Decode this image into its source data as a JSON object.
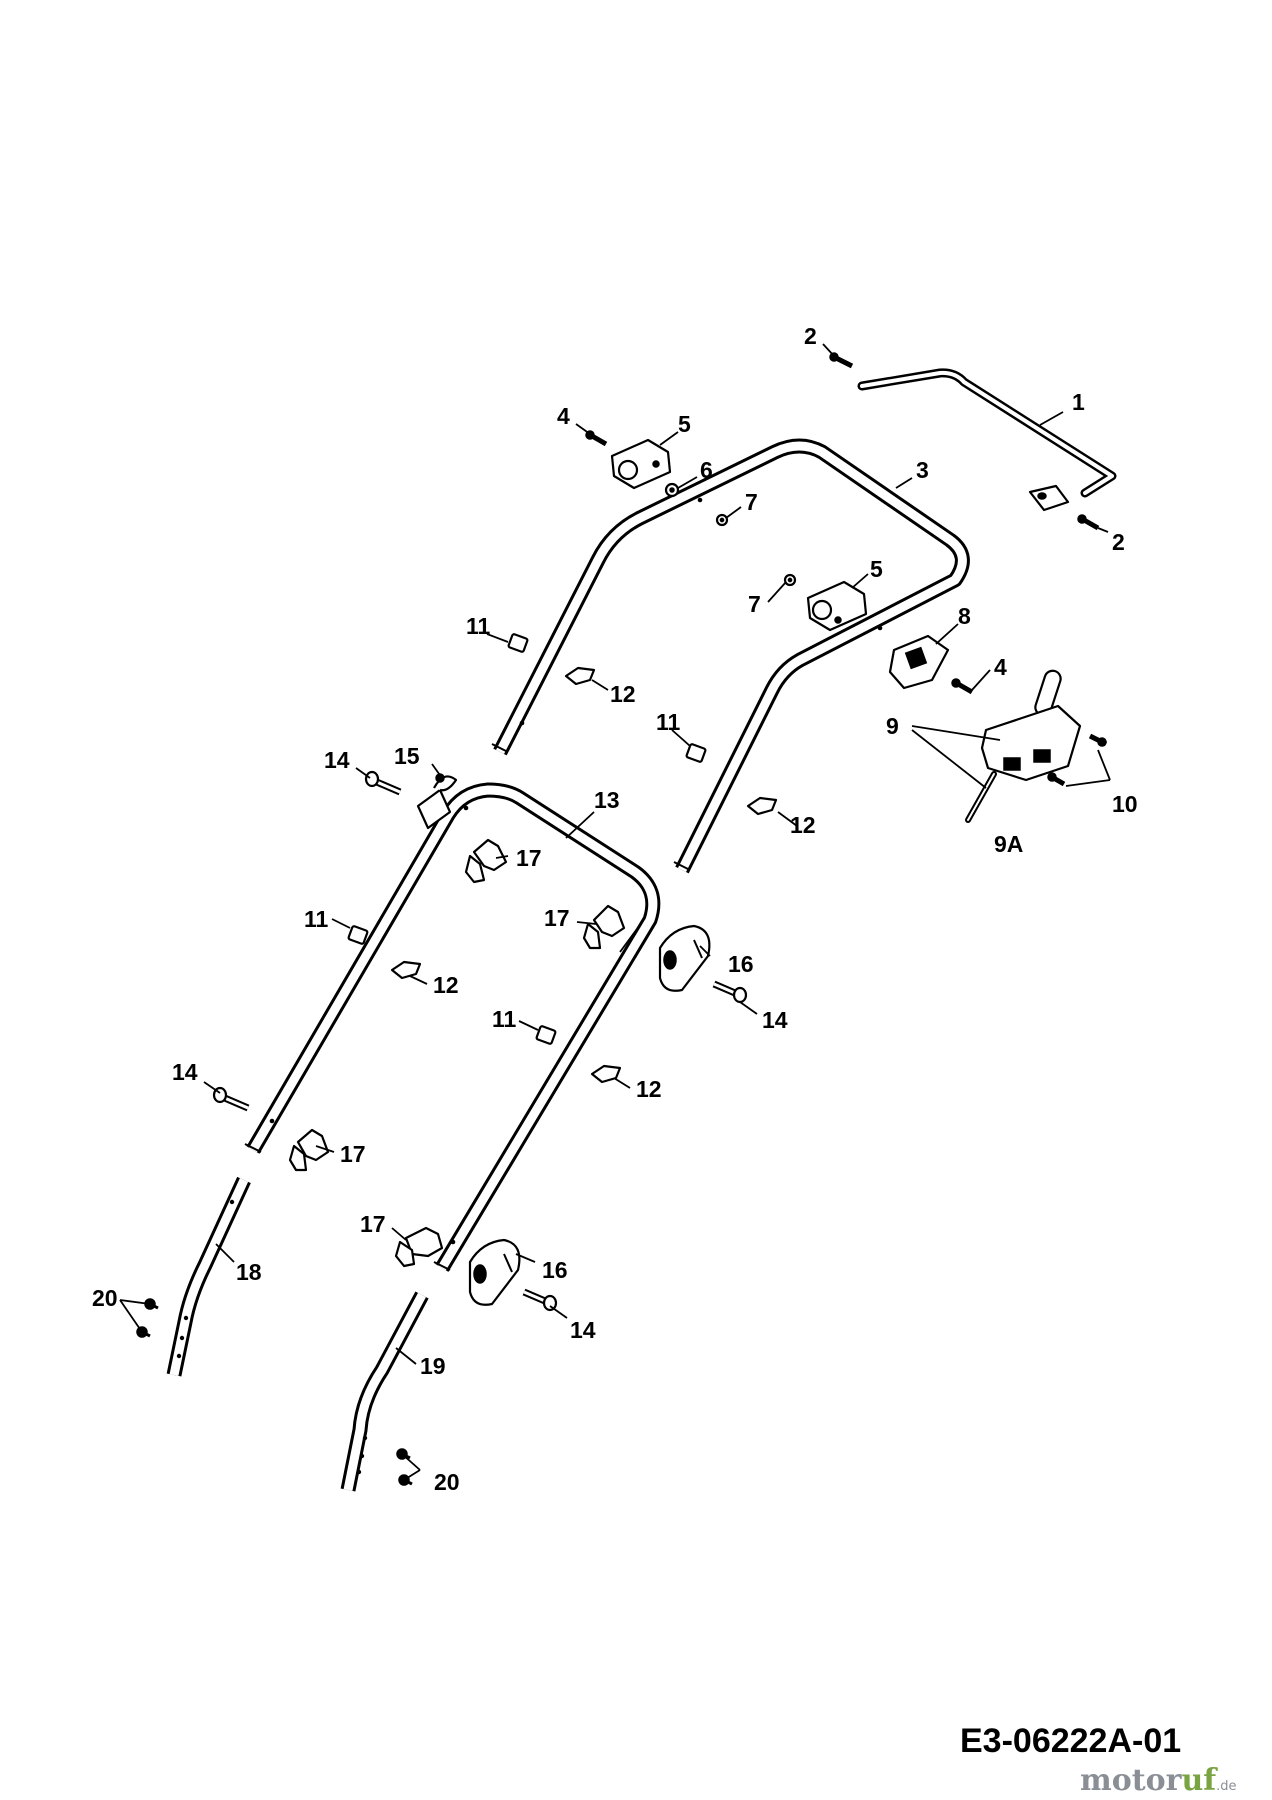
{
  "drawing_code": "E3-06222A-01",
  "watermark": {
    "name_a": "motor",
    "name_b": "uf",
    "tld": ".de"
  },
  "callouts": [
    {
      "key": "c1",
      "text": "1"
    },
    {
      "key": "c2a",
      "text": "2"
    },
    {
      "key": "c2b",
      "text": "2"
    },
    {
      "key": "c3",
      "text": "3"
    },
    {
      "key": "c4a",
      "text": "4"
    },
    {
      "key": "c4b",
      "text": "4"
    },
    {
      "key": "c5a",
      "text": "5"
    },
    {
      "key": "c5b",
      "text": "5"
    },
    {
      "key": "c6",
      "text": "6"
    },
    {
      "key": "c7a",
      "text": "7"
    },
    {
      "key": "c7b",
      "text": "7"
    },
    {
      "key": "c8",
      "text": "8"
    },
    {
      "key": "c9",
      "text": "9"
    },
    {
      "key": "c9A",
      "text": "9A"
    },
    {
      "key": "c10",
      "text": "10"
    },
    {
      "key": "c11a",
      "text": "11"
    },
    {
      "key": "c11b",
      "text": "11"
    },
    {
      "key": "c11c",
      "text": "11"
    },
    {
      "key": "c11d",
      "text": "11"
    },
    {
      "key": "c12a",
      "text": "12"
    },
    {
      "key": "c12b",
      "text": "12"
    },
    {
      "key": "c12c",
      "text": "12"
    },
    {
      "key": "c12d",
      "text": "12"
    },
    {
      "key": "c13",
      "text": "13"
    },
    {
      "key": "c14a",
      "text": "14"
    },
    {
      "key": "c14b",
      "text": "14"
    },
    {
      "key": "c14c",
      "text": "14"
    },
    {
      "key": "c14d",
      "text": "14"
    },
    {
      "key": "c15",
      "text": "15"
    },
    {
      "key": "c16a",
      "text": "16"
    },
    {
      "key": "c16b",
      "text": "16"
    },
    {
      "key": "c17a",
      "text": "17"
    },
    {
      "key": "c17b",
      "text": "17"
    },
    {
      "key": "c17c",
      "text": "17"
    },
    {
      "key": "c17d",
      "text": "17"
    },
    {
      "key": "c18",
      "text": "18"
    },
    {
      "key": "c19",
      "text": "19"
    },
    {
      "key": "c20a",
      "text": "20"
    },
    {
      "key": "c20b",
      "text": "20"
    }
  ]
}
